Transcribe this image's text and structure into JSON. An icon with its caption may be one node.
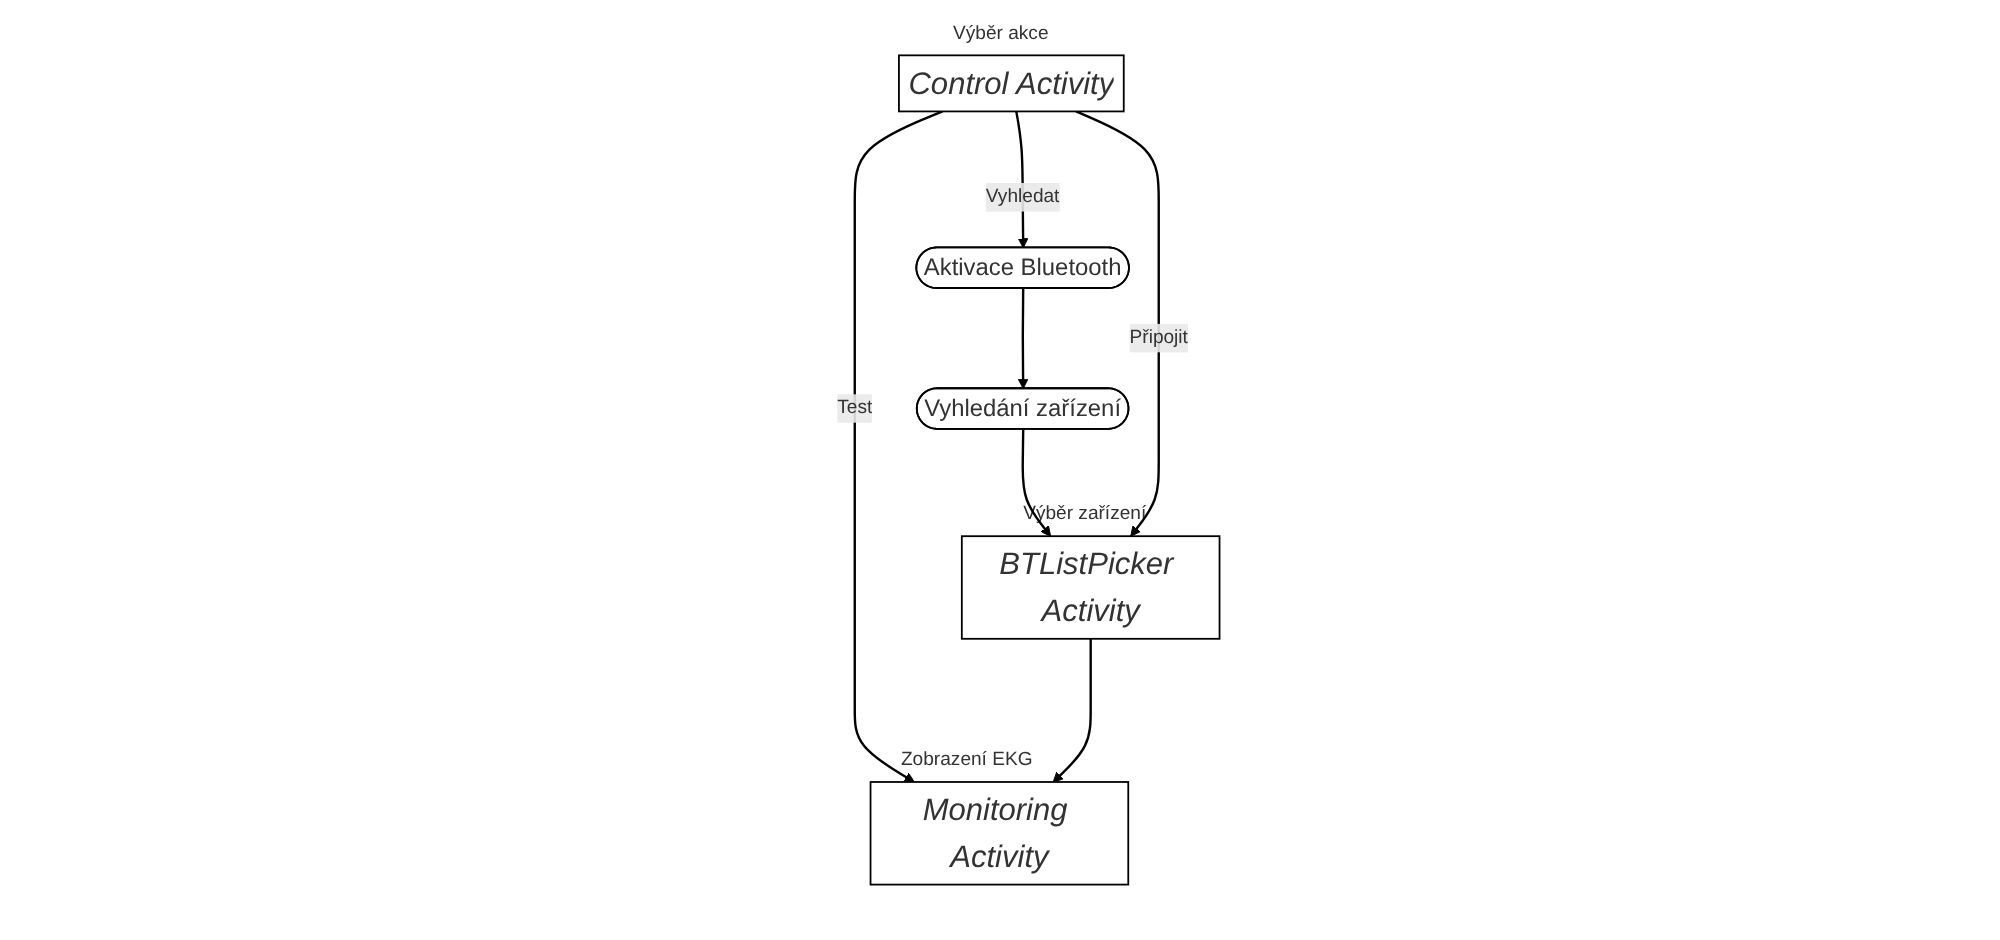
{
  "diagram": {
    "nodes": [
      {
        "text": [
          "Control Activity"
        ],
        "beside": [
          "Výběr akce"
        ]
      },
      {
        "text": [
          "Aktivace Bluetooth"
        ]
      },
      {
        "text": [
          "Vyhledání zařízení"
        ]
      },
      {
        "text": [
          "BTListPicker Activity"
        ],
        "beside": [
          "Výběr zařízení"
        ]
      },
      {
        "text": [
          "Monitoring Activity"
        ],
        "beside": [
          "Zobrazení EKG"
        ]
      }
    ],
    "edges": [
      {
        "from": 0,
        "to": 1,
        "arrow": "to",
        "label": "Vyhledat"
      },
      {
        "from": 1,
        "to": 2,
        "arrow": "to"
      },
      {
        "from": 2,
        "to": 3,
        "arrow": "to"
      },
      {
        "from": 0,
        "to": 3,
        "arrow": "to",
        "label": "Připojit"
      },
      {
        "from": 0,
        "to": 4,
        "arrow": "to",
        "label": "Test"
      },
      {
        "from": 3,
        "to": 4,
        "arrow": "to"
      }
    ]
  }
}
